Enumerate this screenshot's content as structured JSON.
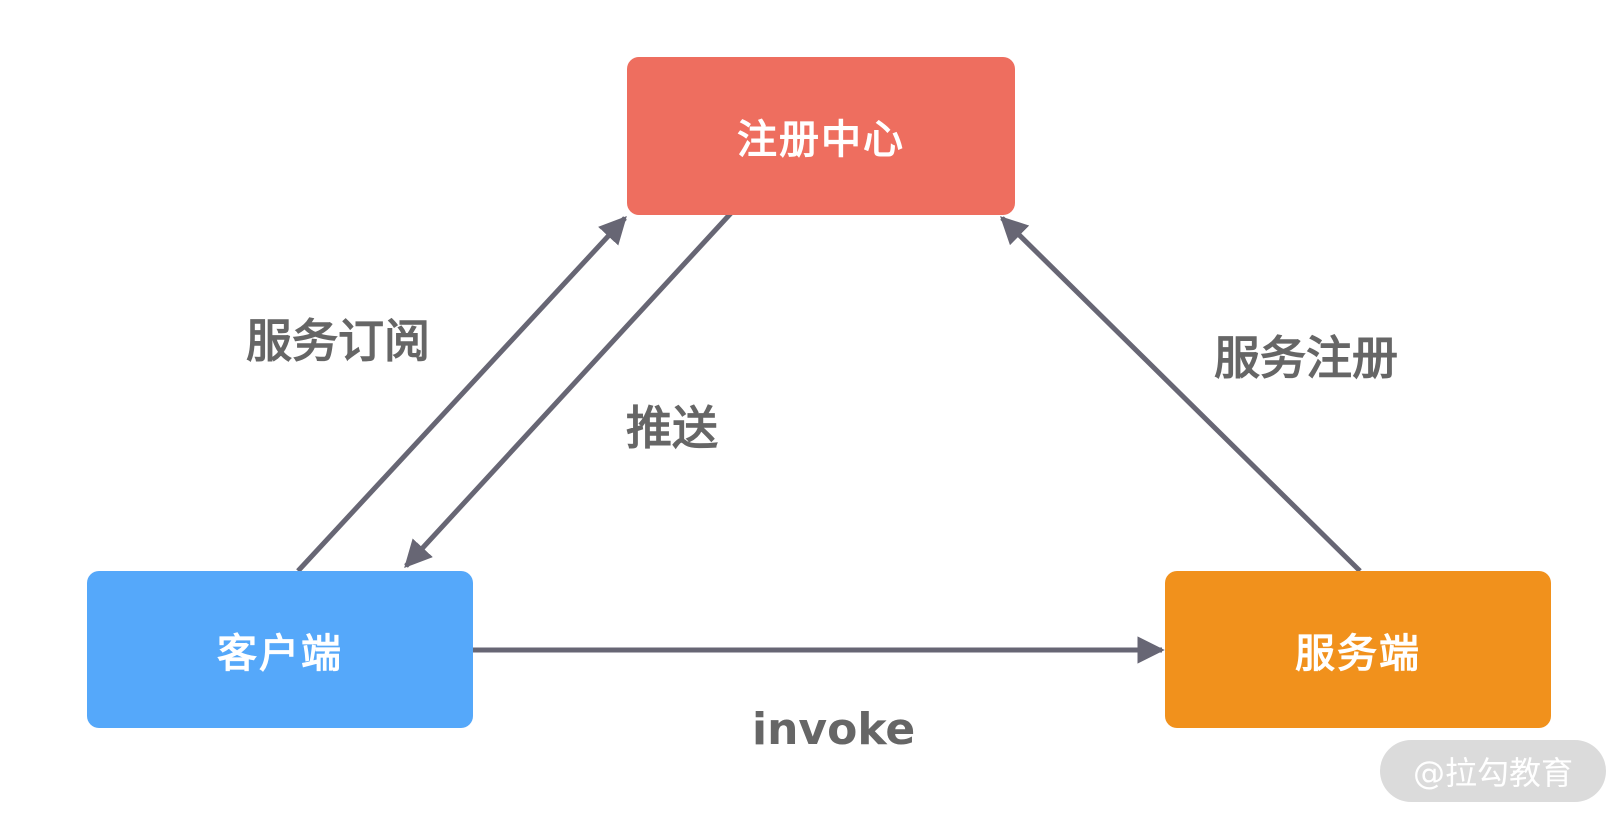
{
  "colors": {
    "registry": "#EE6E5F",
    "client": "#55A8FA",
    "server": "#F1911C",
    "arrow": "#676674",
    "label": "#666666"
  },
  "nodes": {
    "registry": "注册中心",
    "client": "客户端",
    "server": "服务端"
  },
  "edges": {
    "subscribe": "服务订阅",
    "push": "推送",
    "register": "服务注册",
    "invoke": "invoke"
  },
  "watermark": "@拉勾教育"
}
